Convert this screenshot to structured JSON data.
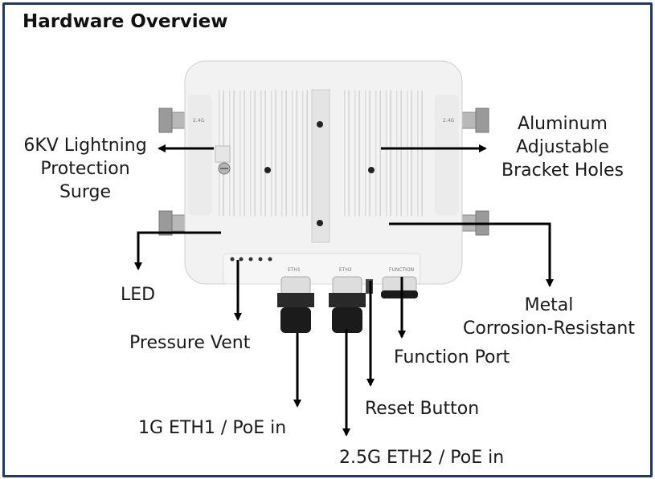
{
  "title": "Hardware Overview",
  "device": {
    "antenna_label_left": "2.4G",
    "antenna_label_right": "2.4G",
    "port_labels": [
      "ETH1",
      "ETH2",
      "FUNCTION"
    ]
  },
  "labels": {
    "lightning": [
      "6KV Lightning",
      "Protection",
      "Surge"
    ],
    "bracket": [
      "Aluminum",
      "Adjustable",
      "Bracket Holes"
    ],
    "led": "LED",
    "vent": "Pressure Vent",
    "metal": [
      "Metal",
      "Corrosion-Resistant"
    ],
    "function_port": "Function Port",
    "reset": "Reset Button",
    "eth1": "1G ETH1 / PoE in",
    "eth2": "2.5G ETH2 / PoE in"
  },
  "colors": {
    "frame": "#1f3864",
    "arrow": "#000000",
    "device": "#f2f2f2"
  }
}
